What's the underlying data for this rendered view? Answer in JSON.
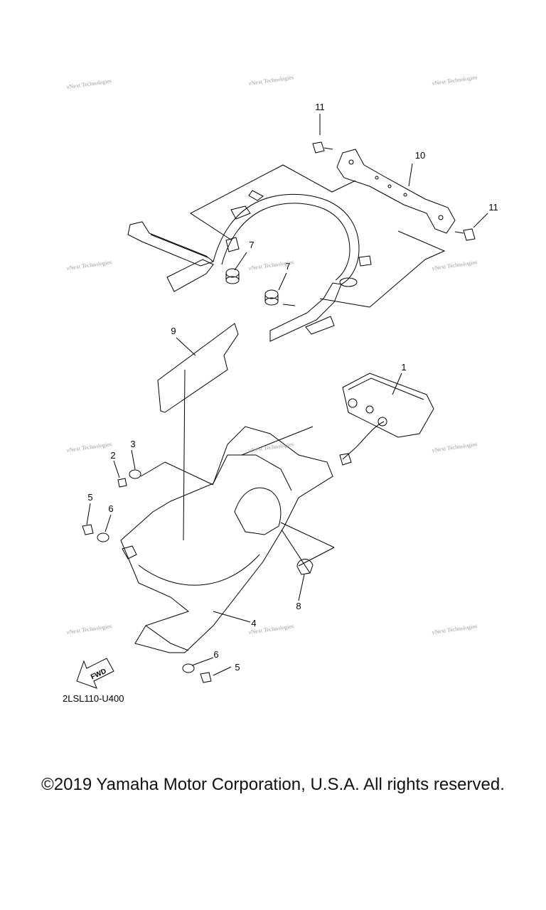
{
  "watermark": "vNext Technologies",
  "callouts": [
    "11",
    "10",
    "11",
    "7",
    "7",
    "9",
    "1",
    "3",
    "2",
    "5",
    "6",
    "8",
    "4",
    "6",
    "5"
  ],
  "fwd_label": "FWD",
  "diagram_code": "2LSL110-U400",
  "copyright": "©2019 Yamaha Motor Corporation, U.S.A. All rights reserved."
}
